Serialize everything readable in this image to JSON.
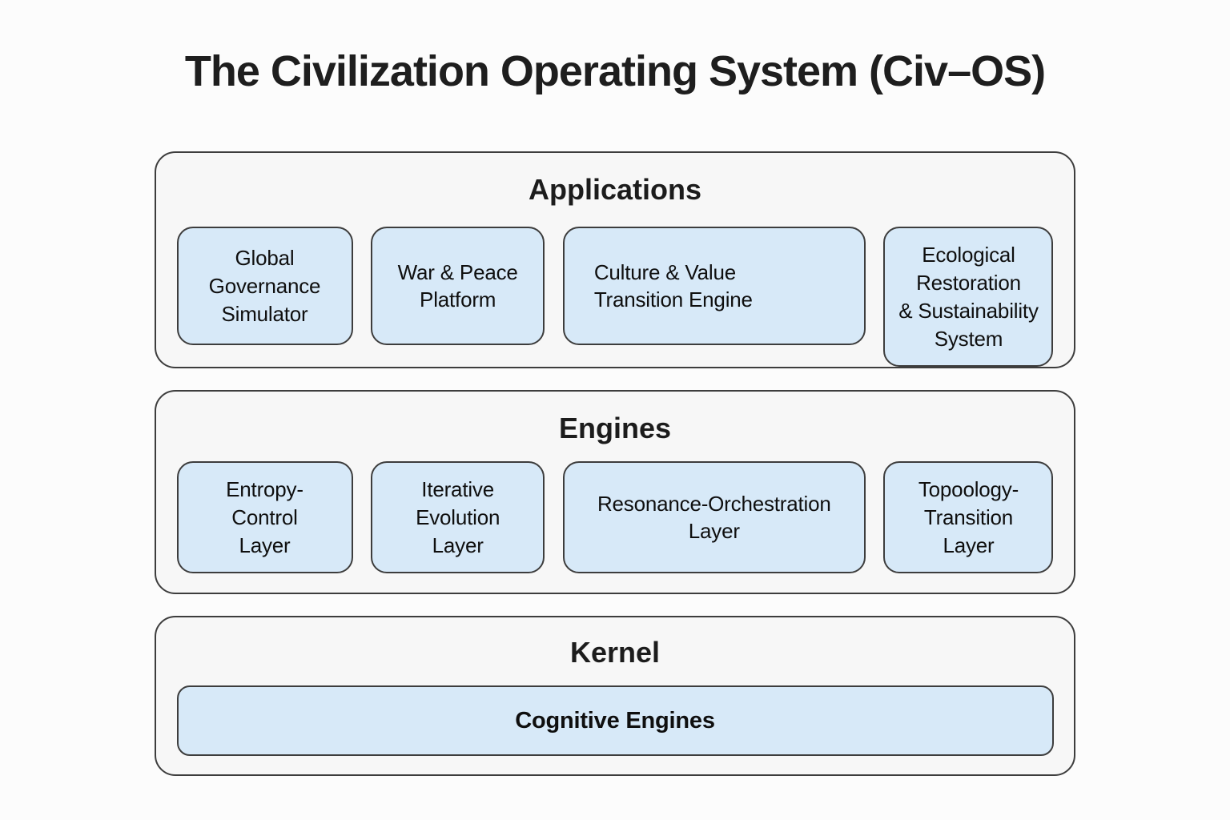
{
  "title": "The Civilization Operating System (Civ–OS)",
  "sections": {
    "applications": {
      "heading": "Applications",
      "boxes": [
        {
          "label": "Global\nGovernance\nSimulator"
        },
        {
          "label": "War & Peace\nPlatform"
        },
        {
          "label": "Culture & Value\nTransition Engine"
        },
        {
          "label": "Ecological\nRestoration\n& Sustainability\nSystem"
        }
      ]
    },
    "engines": {
      "heading": "Engines",
      "boxes": [
        {
          "label": "Entropy-\nControl\nLayer"
        },
        {
          "label": "Iterative\nEvolution\nLayer"
        },
        {
          "label": "Resonance-Orchestration\nLayer"
        },
        {
          "label": "Topoology-\nTransition\nLayer"
        }
      ]
    },
    "kernel": {
      "heading": "Kernel",
      "boxes": [
        {
          "label": "Cognitive Engines"
        }
      ]
    }
  },
  "colors": {
    "page_background": "#fcfcfc",
    "section_fill": "#f7f7f7",
    "box_fill": "#d7e9f8",
    "border": "#3d3d3d",
    "text": "#111111"
  }
}
